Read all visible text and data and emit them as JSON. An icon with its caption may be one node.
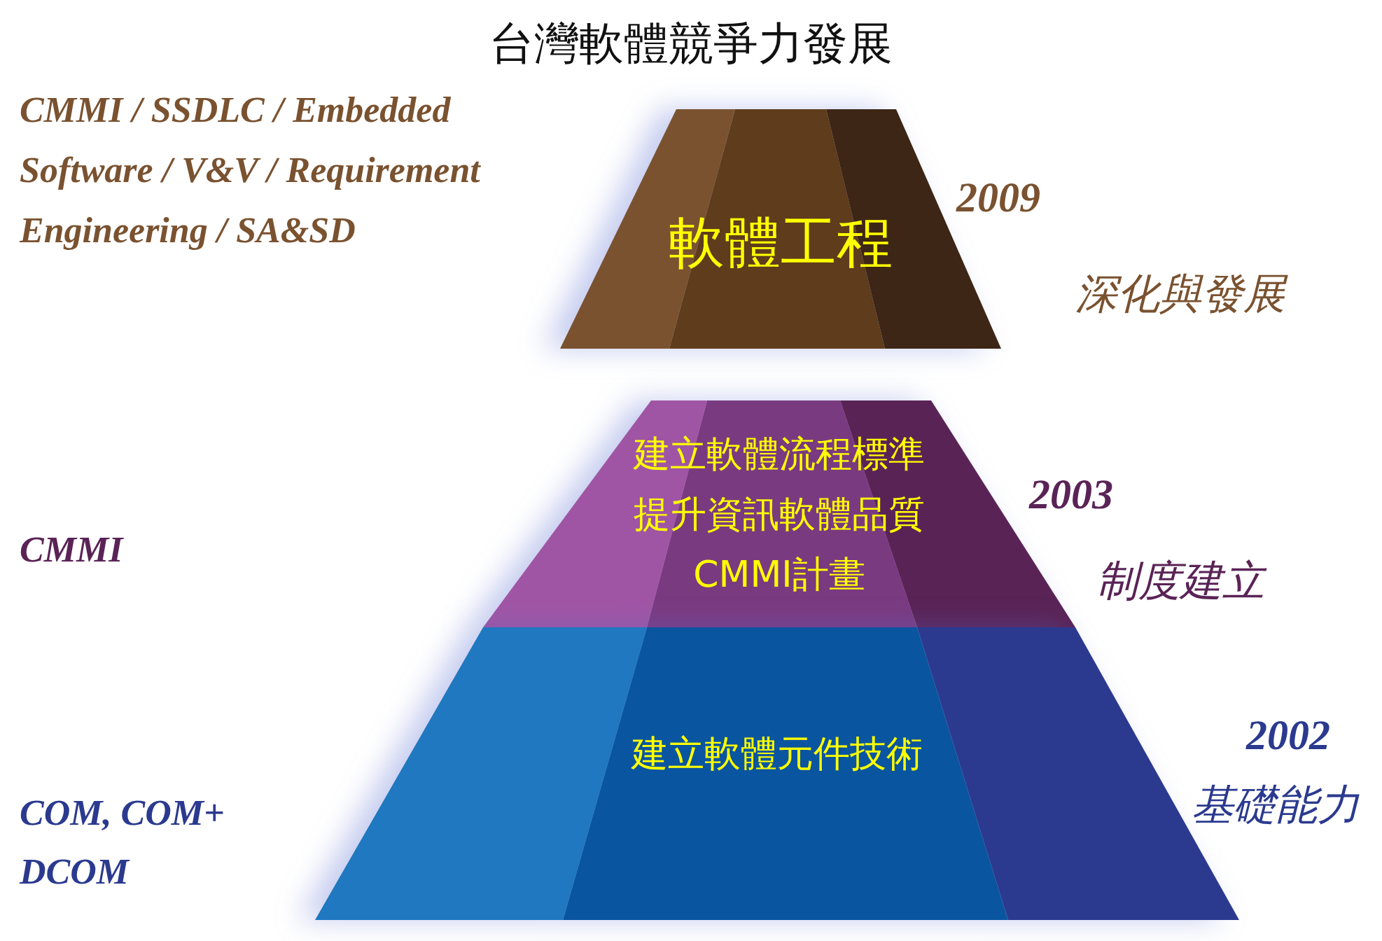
{
  "diagram": {
    "title": "台灣軟體競爭力發展",
    "nodes": [
      {
        "text": [
          "軟體工程"
        ]
      },
      {
        "text": [
          "建立軟體流程標準",
          "提升資訊軟體品質",
          "CMMI計畫"
        ]
      },
      {
        "text": [
          "建立軟體元件技術"
        ]
      }
    ],
    "labels": [
      "CMMI / SSDLC / Embedded Software / V&V / Requirement Engineering / SA&SD",
      "2009",
      "深化與發展",
      "2003",
      "CMMI",
      "制度建立",
      "2002",
      "基礎能力",
      "COM, COM+ DCOM"
    ]
  }
}
